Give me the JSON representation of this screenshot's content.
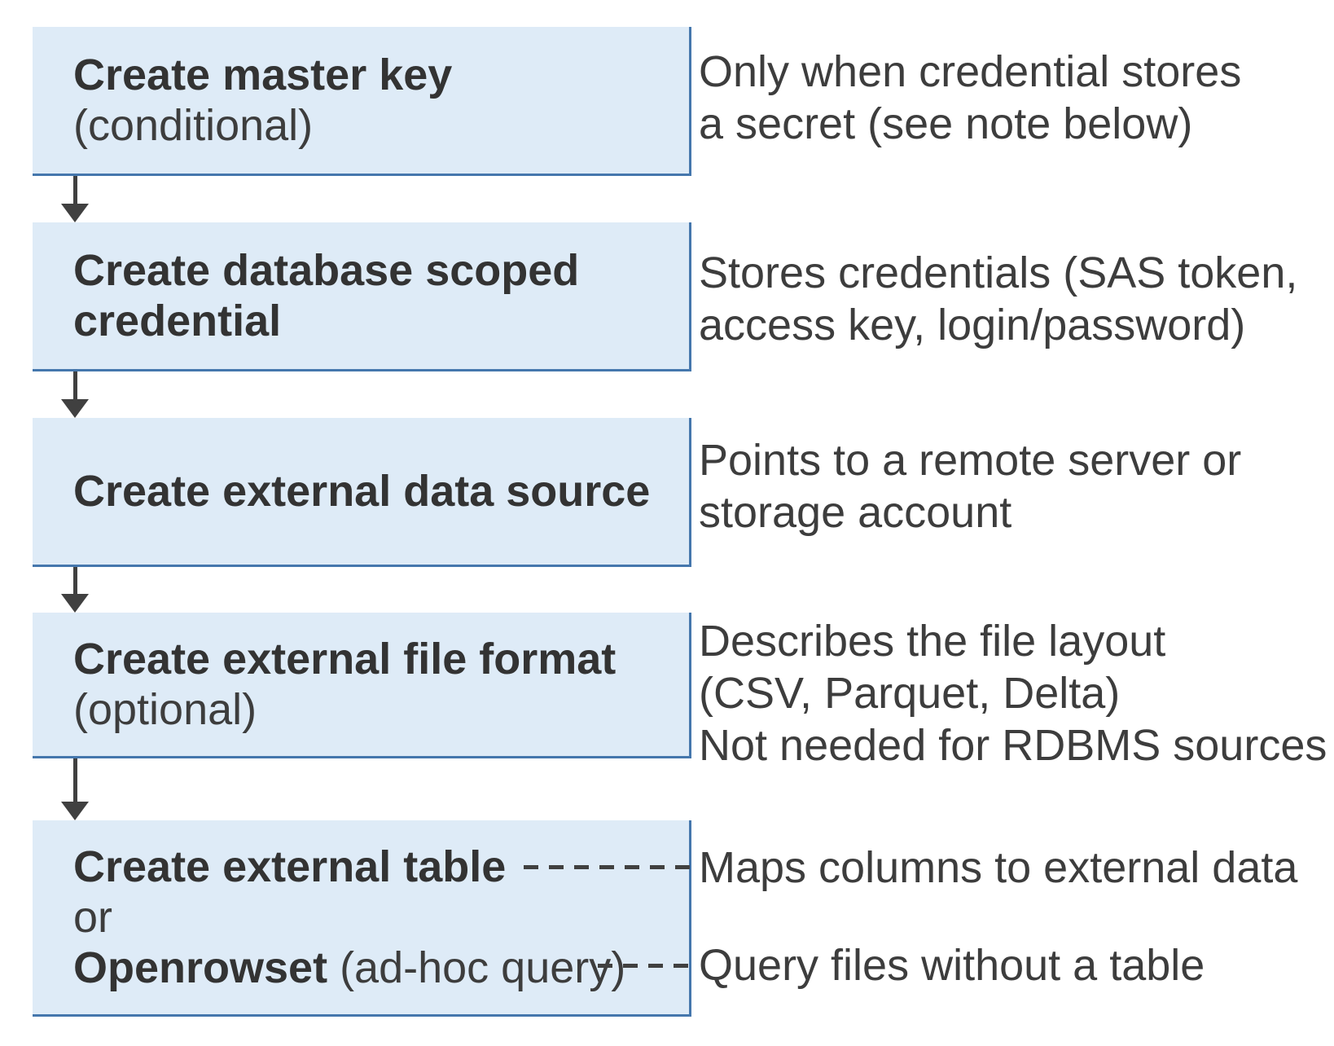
{
  "colors": {
    "background": "#ffffff",
    "box_fill": "#deebf7",
    "box_border": "#4577ad",
    "arrow": "#404040",
    "connector": "#404040",
    "text": "#3d3d3d",
    "title_text": "#333333"
  },
  "flow": {
    "boxes": [
      {
        "title": "Create master key",
        "subtitle": "(conditional)"
      },
      {
        "title_line1": "Create database scoped",
        "title_line2": "credential"
      },
      {
        "title": "Create external data source"
      },
      {
        "title": "Create external file format",
        "subtitle": "(optional)"
      },
      {
        "line1_bold": "Create external table",
        "line2": "or",
        "line3_bold": "Openrowset",
        "line3_rest": " (ad-hoc query)"
      }
    ],
    "notes": [
      {
        "line1": "Only when credential stores",
        "line2": "a secret (see note below)"
      },
      {
        "line1": "Stores credentials (SAS token,",
        "line2": "access key, login/password)"
      },
      {
        "line1": "Points to a remote server or",
        "line2": "storage account"
      },
      {
        "line1": "Describes the file layout",
        "line2": "(CSV, Parquet, Delta)",
        "line3": "Not needed for RDBMS sources"
      },
      {
        "line1": "Maps columns to external data"
      },
      {
        "line1": "Query files without a table"
      }
    ]
  }
}
